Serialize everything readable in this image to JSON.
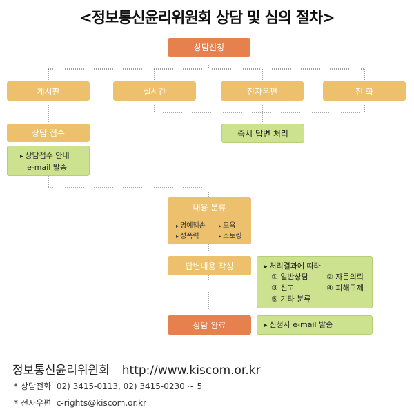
{
  "title": "<정보통신윤리위원회 상담 및 심의 절차>",
  "nodes": {
    "request": "상담신청",
    "board": "게시판",
    "realtime": "실시간",
    "email": "전자우편",
    "phone": "전 화",
    "receipt": "상담 접수",
    "immediate": "즉시 답변 처리",
    "classify": "내용 분류",
    "compose": "답변내용 작성",
    "complete": "상담 완료"
  },
  "receipt_note": [
    "상담접수 안내",
    "e-mail 발송"
  ],
  "classify_items": [
    "명예훼손",
    "모욕",
    "성폭력",
    "스토킹"
  ],
  "compose_note": {
    "heading": "처리결과에 따라",
    "items": [
      "① 일반상담",
      "② 자문의뢰",
      "③ 신고",
      "④ 피해구제",
      "⑤ 기타  분류"
    ]
  },
  "complete_note": "신청자 e-mail 발송",
  "footer": {
    "org": "정보통신윤리위원회",
    "url": "http://www.kiscom.or.kr",
    "phone_label": "상담전화",
    "phone_value": "02) 3415-0113,  02) 3415-0230 ~ 5",
    "email_label": "전자우편",
    "email_value": "c-rights@kiscom.or.kr",
    "bullet": "*"
  }
}
